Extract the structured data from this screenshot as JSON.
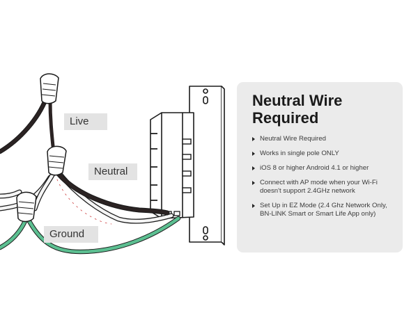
{
  "diagram": {
    "labels": {
      "live": "Live",
      "neutral": "Neutral",
      "ground": "Ground"
    },
    "colors": {
      "live_wire": "#2b2323",
      "neutral_wire": "#f5f5f5",
      "ground_wire": "#5cbf91",
      "outline": "#1a1a1a",
      "label_bg": "#e3e3e3"
    }
  },
  "card": {
    "title_line1": "Neutral Wire",
    "title_line2": "Required",
    "items": [
      "Neutral Wire Required",
      "Works in single pole ONLY",
      "iOS 8 or higher Android 4.1 or higher",
      "Connect with AP mode when your Wi-Fi doesn't support 2.4GHz network",
      "Set Up in EZ Mode (2.4 Ghz Network Only, BN-LINK Smart or Smart Life App only)"
    ]
  }
}
